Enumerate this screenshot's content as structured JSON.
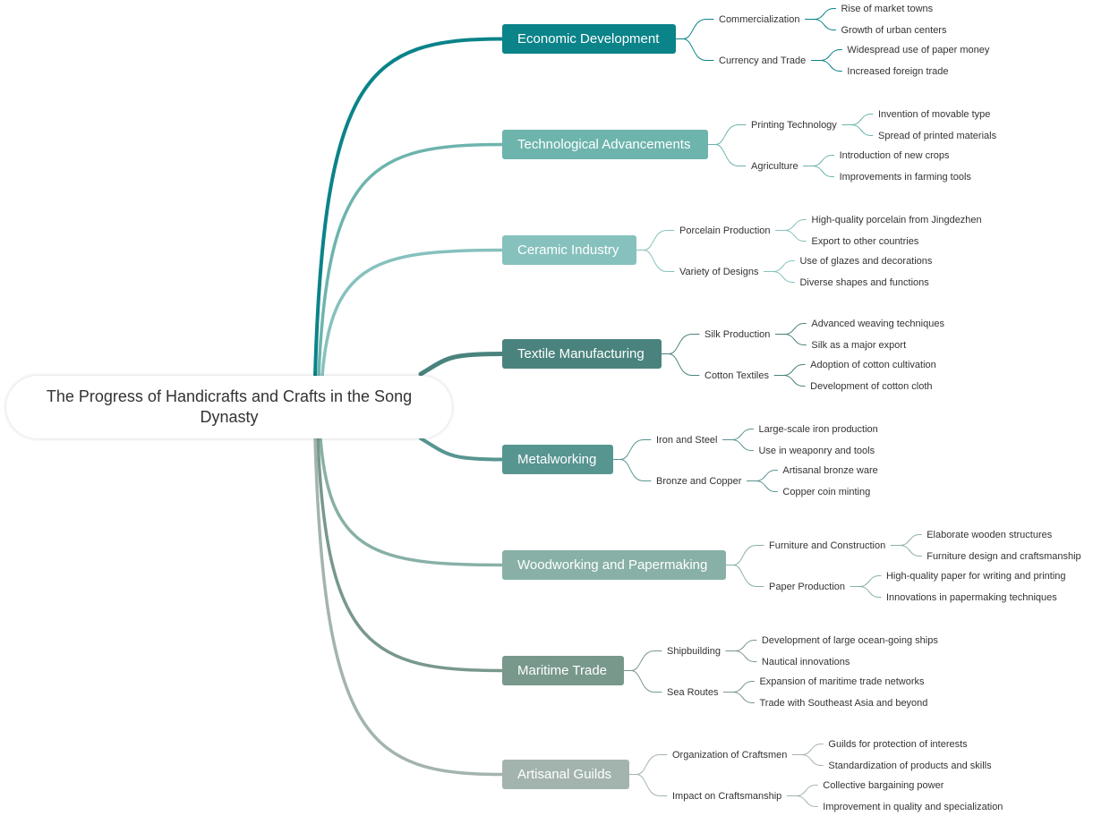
{
  "root": {
    "label": "The Progress of Handicrafts and Crafts in the Song Dynasty"
  },
  "branches": [
    {
      "label": "Economic Development",
      "color": "#0a8389",
      "children": [
        {
          "label": "Commercialization",
          "children": [
            "Rise of market towns",
            "Growth of urban centers"
          ]
        },
        {
          "label": "Currency and Trade",
          "children": [
            "Widespread use of paper money",
            "Increased foreign trade"
          ]
        }
      ]
    },
    {
      "label": "Technological Advancements",
      "color": "#6db4ad",
      "children": [
        {
          "label": "Printing Technology",
          "children": [
            "Invention of movable type",
            "Spread of printed materials"
          ]
        },
        {
          "label": "Agriculture",
          "children": [
            "Introduction of new crops",
            "Improvements in farming tools"
          ]
        }
      ]
    },
    {
      "label": "Ceramic Industry",
      "color": "#86c1bd",
      "children": [
        {
          "label": "Porcelain Production",
          "children": [
            "High-quality porcelain from Jingdezhen",
            "Export to other countries"
          ]
        },
        {
          "label": "Variety of Designs",
          "children": [
            "Use of glazes and decorations",
            "Diverse shapes and functions"
          ]
        }
      ]
    },
    {
      "label": "Textile Manufacturing",
      "color": "#4a837d",
      "children": [
        {
          "label": "Silk Production",
          "children": [
            "Advanced weaving techniques",
            "Silk as a major export"
          ]
        },
        {
          "label": "Cotton Textiles",
          "children": [
            "Adoption of cotton cultivation",
            "Development of cotton cloth"
          ]
        }
      ]
    },
    {
      "label": "Metalworking",
      "color": "#579590",
      "children": [
        {
          "label": "Iron and Steel",
          "children": [
            "Large-scale iron production",
            "Use in weaponry and tools"
          ]
        },
        {
          "label": "Bronze and Copper",
          "children": [
            "Artisanal bronze ware",
            "Copper coin minting"
          ]
        }
      ]
    },
    {
      "label": "Woodworking and Papermaking",
      "color": "#88b0a6",
      "children": [
        {
          "label": "Furniture and Construction",
          "children": [
            "Elaborate wooden structures",
            "Furniture design and craftsmanship"
          ]
        },
        {
          "label": "Paper Production",
          "children": [
            "High-quality paper for writing and printing",
            "Innovations in papermaking techniques"
          ]
        }
      ]
    },
    {
      "label": "Maritime Trade",
      "color": "#78988c",
      "children": [
        {
          "label": "Shipbuilding",
          "children": [
            "Development of large ocean-going ships",
            "Nautical innovations"
          ]
        },
        {
          "label": "Sea Routes",
          "children": [
            "Expansion of maritime trade networks",
            "Trade with Southeast Asia and beyond"
          ]
        }
      ]
    },
    {
      "label": "Artisanal Guilds",
      "color": "#a3b4ae",
      "children": [
        {
          "label": "Organization of Craftsmen",
          "children": [
            "Guilds for protection of interests",
            "Standardization of products and skills"
          ]
        },
        {
          "label": "Impact on Craftsmanship",
          "children": [
            "Collective bargaining power",
            "Improvement in quality and specialization"
          ]
        }
      ]
    }
  ]
}
